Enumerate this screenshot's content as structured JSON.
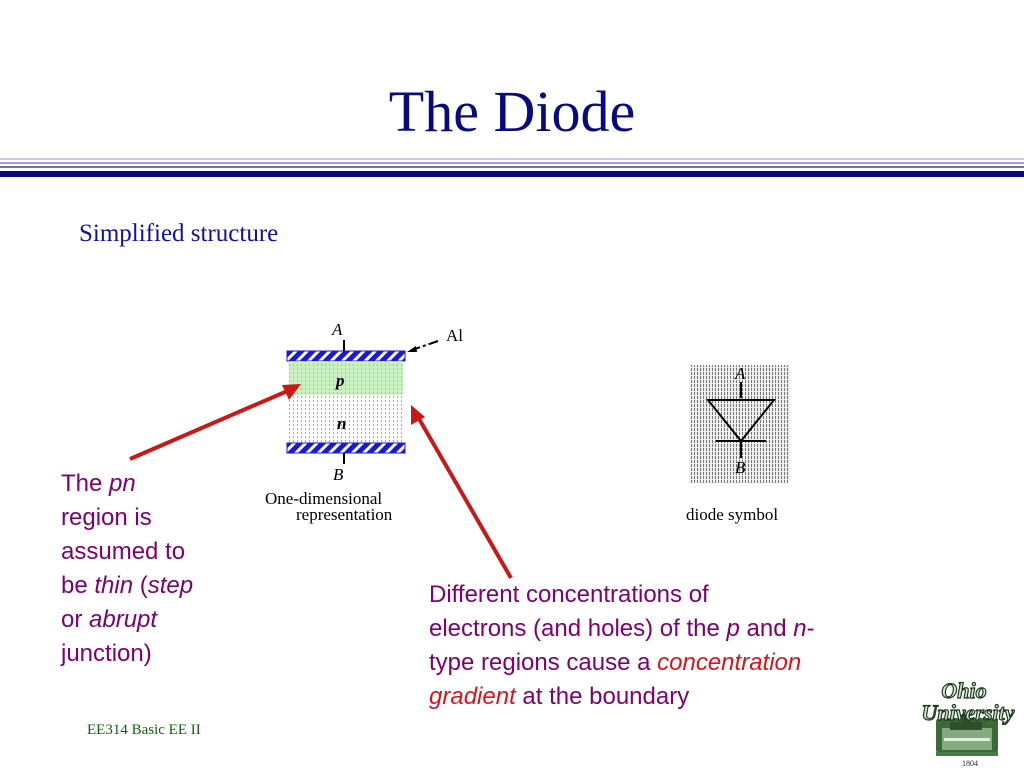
{
  "slide": {
    "title": "The Diode",
    "subtitle": "Simplified structure",
    "footer": "EE314 Basic EE II"
  },
  "structure_diagram": {
    "anode_label": "A",
    "cathode_label": "B",
    "p_label": "p",
    "n_label": "n",
    "metal_label": "Al",
    "caption_line1": "One-dimensional",
    "caption_line2": "representation"
  },
  "symbol_diagram": {
    "anode_label": "A",
    "cathode_label": "B",
    "caption": "diode symbol"
  },
  "left_callout": {
    "t1": "The ",
    "t2": "pn",
    "t3": "region is",
    "t4": "assumed to",
    "t5": "be ",
    "t6": "thin",
    "t7": " (",
    "t8": "step",
    "t9": "or ",
    "t10": "abrupt",
    "t11": "junction)"
  },
  "right_callout": {
    "t1": "Different concentrations of",
    "t2": "electrons (and holes) of the ",
    "t3": "p",
    "t4": " and ",
    "t5": "n",
    "t6": "-",
    "t7": "type regions cause a ",
    "t8": "concentration",
    "t9": "gradient",
    "t10": " at the boundary"
  },
  "logo": {
    "line1": "Ohio",
    "line2": "University",
    "year": "1804"
  },
  "colors": {
    "title": "#0a0a80",
    "callout_text": "#800070",
    "highlight": "#e0101a",
    "arrow": "#c81818",
    "metal": "#1a1ad0",
    "p_region": "#c8f0c0",
    "footer": "#106010",
    "rule": "#0a0a80"
  }
}
